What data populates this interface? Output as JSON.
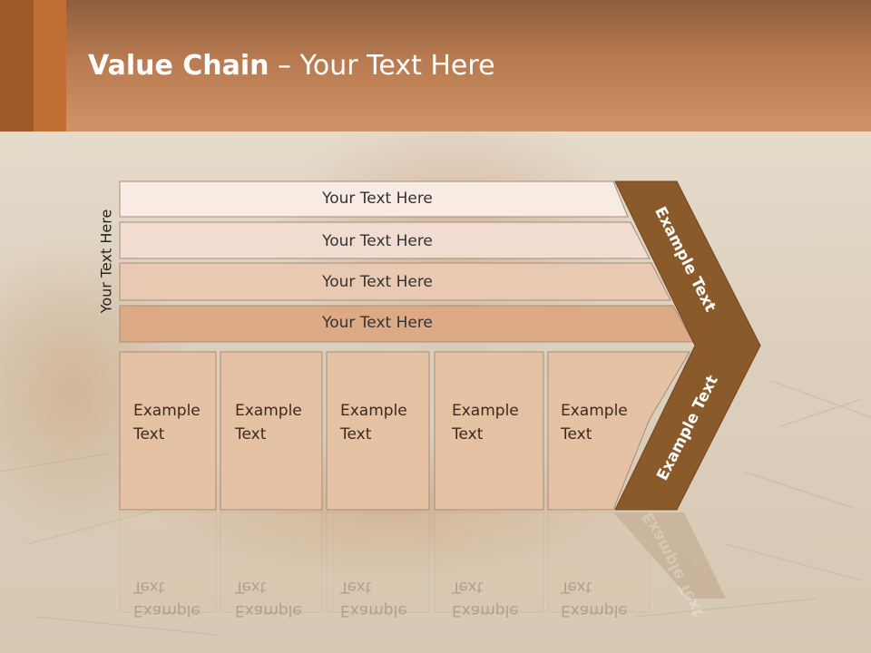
{
  "title": {
    "bold": "Value Chain",
    "rest": " – Your Text Here"
  },
  "vertical_label": "Your Text Here",
  "rows": [
    {
      "label": "Your Text Here",
      "color": "#f7ebe4"
    },
    {
      "label": "Your Text Here",
      "color": "#f1dccf"
    },
    {
      "label": "Your Text Here",
      "color": "#e9c9b2"
    },
    {
      "label": "Your Text Here",
      "color": "#ddaa86"
    }
  ],
  "boxes": [
    {
      "line1": "Example",
      "line2": "Text"
    },
    {
      "line1": "Example",
      "line2": "Text"
    },
    {
      "line1": "Example",
      "line2": "Text"
    },
    {
      "line1": "Example",
      "line2": "Text"
    },
    {
      "line1": "Example",
      "line2": "Text"
    }
  ],
  "chevron": {
    "upper_label": "Example Text",
    "lower_label": "Example Text",
    "color": "#8b5a2b"
  },
  "colors": {
    "box_fill": "#e5c2a4",
    "box_border": "#a68b78",
    "header": "#c98a5c"
  }
}
